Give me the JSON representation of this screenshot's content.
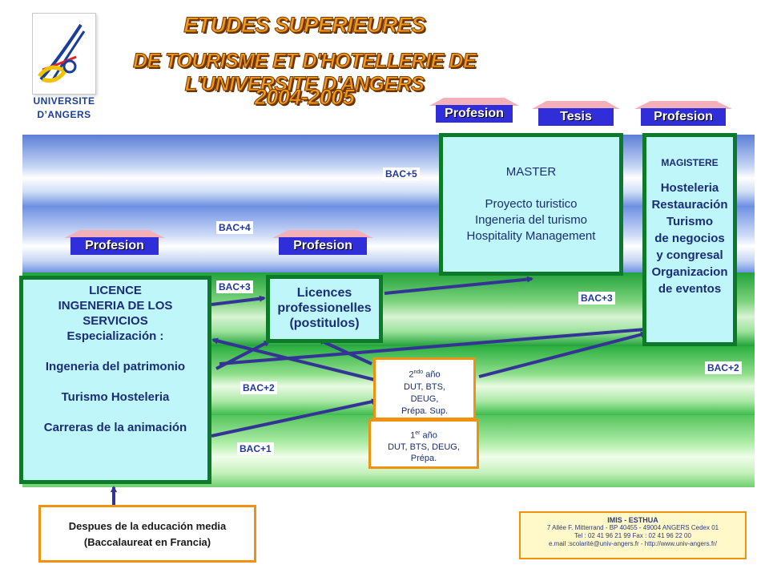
{
  "university": {
    "name": "UNIVERSITE\nD’ANGERS"
  },
  "title": {
    "line1": "ETUDES SUPERIEURES",
    "line2": "DE TOURISME ET D'HOTELLERIE DE L'UNIVERSITE D'ANGERS",
    "line3": "2004-2005"
  },
  "tags": {
    "profesion_left": "Profesion",
    "profesion_mid": "Profesion",
    "profesion_master": "Profesion",
    "tesis": "Tesis",
    "profesion_magistere": "Profesion"
  },
  "bac_labels": {
    "bac5": "BAC+5",
    "bac4": "BAC+4",
    "bac3_left": "BAC+3",
    "bac3_right": "BAC+3",
    "bac2_left": "BAC+2",
    "bac2_right": "BAC+2",
    "bac1": "BAC+1"
  },
  "licence": {
    "l1": "LICENCE",
    "l2": "INGENERIA DE LOS",
    "l3": "SERVICIOS",
    "l4": "Especialización :",
    "l5": "Ingeneria del patrimonio",
    "l6": "Turismo Hosteleria",
    "l7": "Carreras de la animación"
  },
  "licpro": {
    "l1": "Licences",
    "l2": "professionelles",
    "l3": "(postitulos)"
  },
  "master": {
    "title": "MASTER",
    "l1": "Proyecto turistico",
    "l2": "Ingeneria del turismo",
    "l3": "Hospitality Management"
  },
  "magistere": {
    "title": "MAGISTERE",
    "l1": "Hosteleria",
    "l2": "Restauración",
    "l3": "Turismo",
    "l4": "de negocios",
    "l5": "y congresal",
    "l6": "Organizacion",
    "l7": "de eventos"
  },
  "year2": {
    "num": "2",
    "sup": "ndo",
    "word": "año",
    "l1": "DUT, BTS,",
    "l2": "DEUG,",
    "l3": "Prépa. Sup."
  },
  "year1": {
    "num": "1",
    "sup": "er",
    "word": "año",
    "l1": "DUT, BTS, DEUG,",
    "l2": "Prépa."
  },
  "despues": {
    "l1": "Despues de la educación media",
    "l2": "(Baccalaureat en Francia)"
  },
  "imis": {
    "title": "IMIS - ESTHUA",
    "l1": "7 Allée F. Mitterrand - BP 40455 - 49004 ANGERS Cedex 01",
    "l2": "Tel : 02 41 96 21 99 Fax : 02 41 96 22 00",
    "l3": "e.mail :scolarité@univ-angers.fr  -  http://www.univ-angers.fr/"
  },
  "colors": {
    "box_border_green": "#0d7a2a",
    "box_fill_cyan": "#bff6fa",
    "box_border_orange": "#f0920f",
    "arrow_navy": "#343396",
    "tag_blue": "#2f2ed8",
    "tag_cap_pink": "#f3b0b8",
    "title_orange": "#f29a18"
  }
}
